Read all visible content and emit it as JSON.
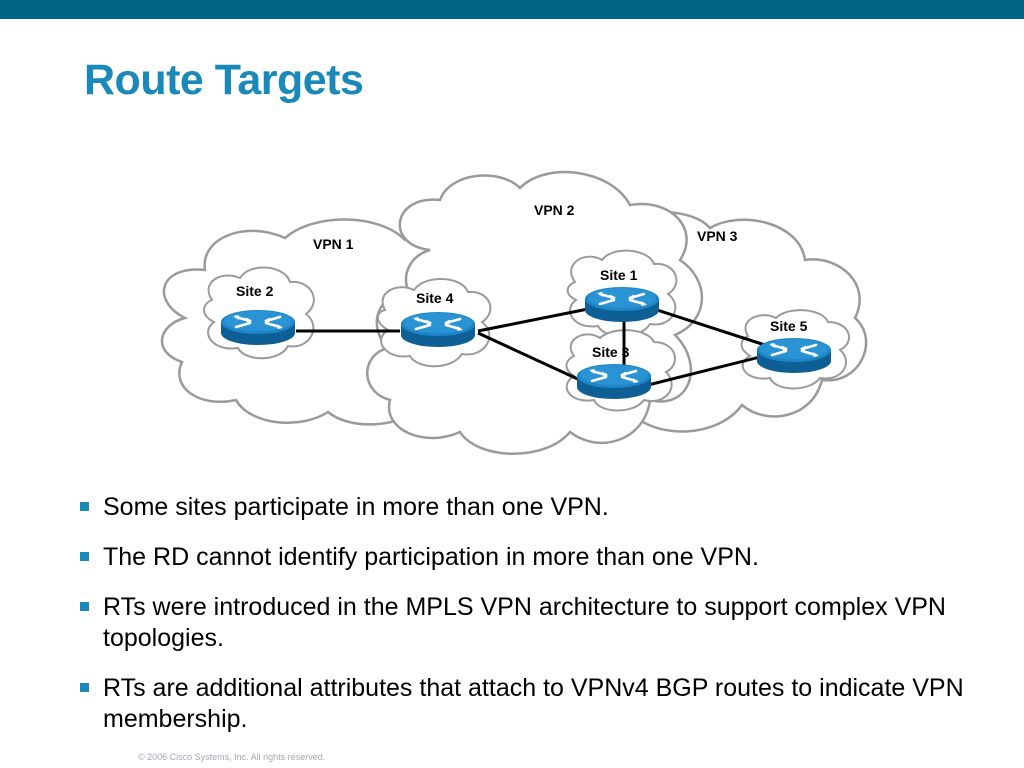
{
  "colors": {
    "topbar": "#006587",
    "title": "#1a88b8",
    "bullet": "#1a88b8",
    "cloud_stroke": "#9a9a9a",
    "router_fill": "#1e86c8",
    "router_dark": "#0d5f95"
  },
  "slide": {
    "title": "Route Targets",
    "footer": "© 2006 Cisco Systems, Inc. All rights reserved."
  },
  "diagram": {
    "clouds": [
      {
        "id": "vpn1",
        "label": "VPN 1"
      },
      {
        "id": "vpn2",
        "label": "VPN 2"
      },
      {
        "id": "vpn3",
        "label": "VPN 3"
      }
    ],
    "sites": [
      {
        "id": "site1",
        "label": "Site 1",
        "icon": "router-icon"
      },
      {
        "id": "site2",
        "label": "Site 2",
        "icon": "router-icon"
      },
      {
        "id": "site3",
        "label": "Site 3",
        "icon": "router-icon"
      },
      {
        "id": "site4",
        "label": "Site 4",
        "icon": "router-icon"
      },
      {
        "id": "site5",
        "label": "Site 5",
        "icon": "router-icon"
      }
    ],
    "links": [
      {
        "from": "site2",
        "to": "site4"
      },
      {
        "from": "site4",
        "to": "site1"
      },
      {
        "from": "site4",
        "to": "site3"
      },
      {
        "from": "site1",
        "to": "site3"
      },
      {
        "from": "site1",
        "to": "site5"
      },
      {
        "from": "site3",
        "to": "site5"
      }
    ]
  },
  "bullets": [
    "Some sites participate in more than one VPN.",
    "The RD cannot identify participation in more than one VPN.",
    "RTs were introduced in the MPLS VPN architecture to support complex VPN topologies.",
    "RTs are additional attributes that attach to VPNv4 BGP routes to indicate VPN membership."
  ]
}
